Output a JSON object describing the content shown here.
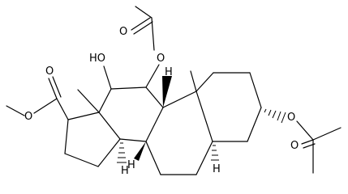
{
  "structure": {
    "labels": {
      "o_acetyl_top_carbonyl": "O",
      "o_acetyl_top_ester": "O",
      "hydroxyl": "HO",
      "o_ester_carbonyl": "O",
      "o_ester_methoxy": "O",
      "o_acetyl_right_ester": "O",
      "o_acetyl_right_carbonyl": "O",
      "h_c9": "H",
      "h_c5": "H",
      "h_c8": "H",
      "h_c14": "H"
    }
  }
}
